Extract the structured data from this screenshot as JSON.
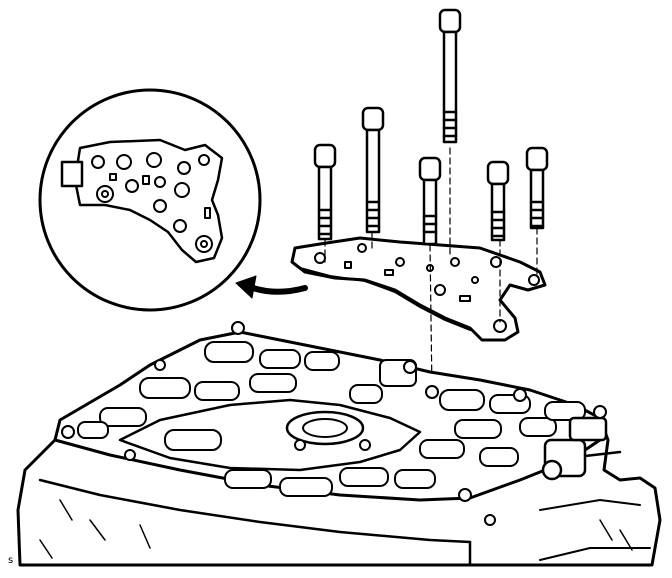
{
  "figure": {
    "corner_mark": "s",
    "colors": {
      "ink": "#000000",
      "paper": "#ffffff"
    },
    "parts": [
      {
        "name": "detail-view-circle",
        "icon": "detail-magnifier-circle"
      },
      {
        "name": "orientation-arrow",
        "icon": "curved-arrow-left"
      },
      {
        "name": "spacer-plate",
        "icon": "plate"
      },
      {
        "name": "bolt",
        "count": 6
      },
      {
        "name": "valve-body",
        "icon": "valve-body-housing"
      }
    ]
  }
}
